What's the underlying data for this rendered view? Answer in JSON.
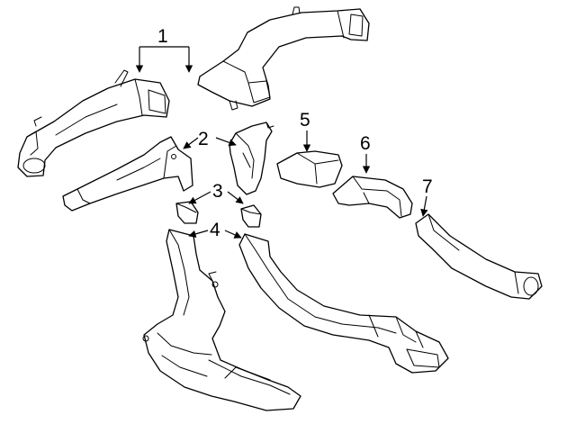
{
  "diagram": {
    "callouts": [
      "1",
      "2",
      "3",
      "4",
      "5",
      "6",
      "7"
    ],
    "colors": {
      "line": "#000000",
      "background": "#ffffff"
    }
  }
}
